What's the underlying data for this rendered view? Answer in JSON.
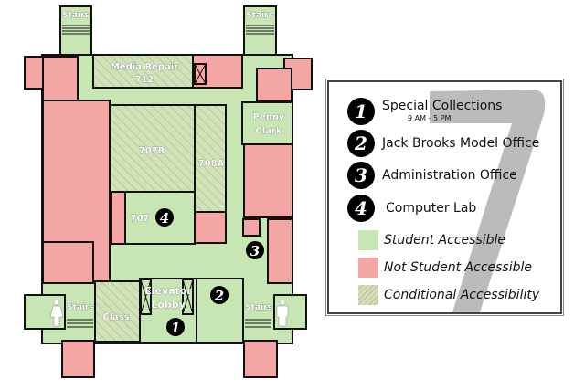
{
  "colors": {
    "accessible": "#c8e6b4",
    "not_accessible": "#f4a6a4",
    "conditional": "#d8d8a8",
    "walls": "#111111"
  },
  "map": {
    "rooms": {
      "stairs_nw": "Stairs",
      "stairs_ne": "Stairs",
      "stairs_sw": "Stairs",
      "stairs_se": "Stairs",
      "media_repair": "Media Repair",
      "media_repair_num": "712",
      "penny": "Penny",
      "clark": "Clark",
      "r707b": "707B",
      "r708a": "708A",
      "r707": "707",
      "elevator": "Elevator",
      "lobby": "Lobby",
      "class": "Class"
    },
    "markers": [
      "1",
      "2",
      "3",
      "4"
    ],
    "restroom_icons": [
      "women-restroom-icon",
      "men-restroom-icon"
    ]
  },
  "legend": {
    "items": [
      {
        "num": "1",
        "label": "Special Collections",
        "sub": "9 AM - 5 PM"
      },
      {
        "num": "2",
        "label": "Jack Brooks Model Office"
      },
      {
        "num": "3",
        "label": "Administration Office"
      },
      {
        "num": "4",
        "label": "Computer Lab"
      }
    ],
    "keys": [
      {
        "label": "Student Accessible"
      },
      {
        "label": "Not Student Accessible"
      },
      {
        "label": "Conditional Accessibility"
      }
    ],
    "floor_number": "7"
  }
}
